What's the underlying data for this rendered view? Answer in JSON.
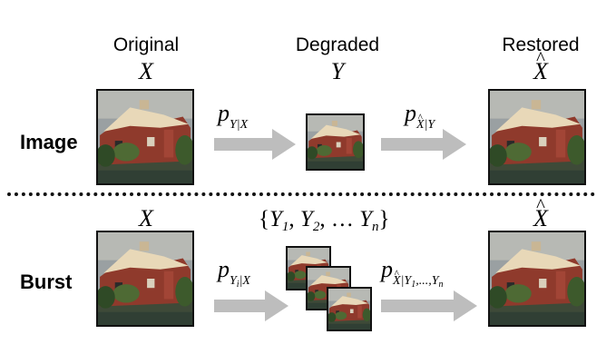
{
  "columns": {
    "original": {
      "label": "Original",
      "symbol": "X"
    },
    "degraded": {
      "label": "Degraded",
      "symbol": "Y"
    },
    "restored": {
      "label": "Restored",
      "symbol": "X"
    }
  },
  "rows": {
    "image": {
      "label": "Image",
      "forward": {
        "p": "p",
        "sub": "Y|X"
      },
      "inverse": {
        "p": "p",
        "sub_hat": "X",
        "sub_rest": "|Y"
      }
    },
    "burst": {
      "label": "Burst",
      "original_symbol": "X",
      "observations": [
        "{",
        "Y",
        "1",
        ", ",
        "Y",
        "2",
        ", … ",
        "Y",
        "n",
        "}"
      ],
      "forward": {
        "p": "p",
        "sub_y": "Y",
        "sub_i": "i",
        "sub_rest": "|X"
      },
      "inverse": {
        "p": "p",
        "sub_hat": "X",
        "sub_rest1": "|Y",
        "sub_1": "1",
        "sub_mid": ",...,",
        "sub_y": "Y",
        "sub_n": "n"
      },
      "restored_symbol": "X"
    }
  },
  "colors": {
    "arrow": "#bdbdbd",
    "barn": "#8f3a2c",
    "roof": "#e8d8b8",
    "sky": "#9aa0a2",
    "foliage": "#4e6a34"
  },
  "icons": [
    "barn-photo"
  ]
}
